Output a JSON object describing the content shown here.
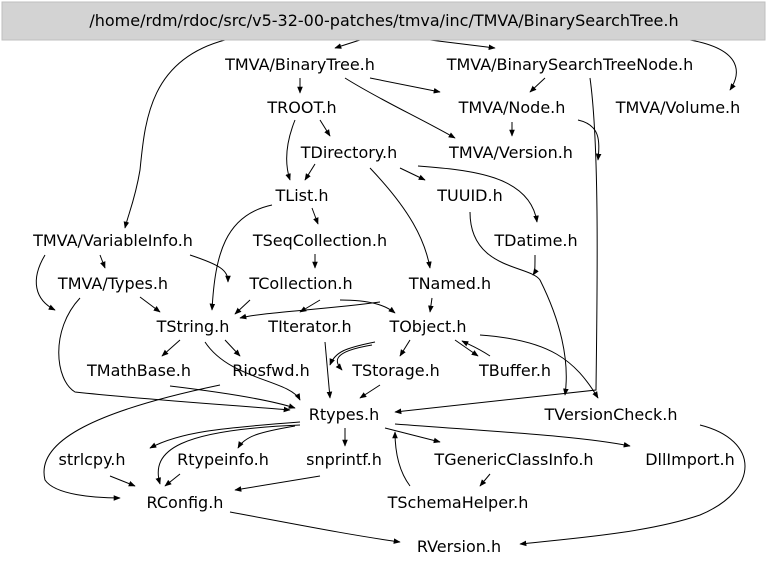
{
  "colors": {
    "root_fill": "#d3d3d3",
    "edge": "#000000",
    "text": "#000000",
    "background": "#ffffff"
  },
  "nodes": {
    "root": "/home/rdm/rdoc/src/v5-32-00-patches/tmva/inc/TMVA/BinarySearchTree.h",
    "binary_tree": "TMVA/BinaryTree.h",
    "bst_node": "TMVA/BinarySearchTreeNode.h",
    "troot": "TROOT.h",
    "tmva_node": "TMVA/Node.h",
    "tmva_volume": "TMVA/Volume.h",
    "tdirectory": "TDirectory.h",
    "tmva_version": "TMVA/Version.h",
    "tlist": "TList.h",
    "tuuid": "TUUID.h",
    "variable_info": "TMVA/VariableInfo.h",
    "tseqcollection": "TSeqCollection.h",
    "tdatime": "TDatime.h",
    "tmva_types": "TMVA/Types.h",
    "tcollection": "TCollection.h",
    "tnamed": "TNamed.h",
    "tstring": "TString.h",
    "titerator": "TIterator.h",
    "tobject": "TObject.h",
    "tmathbase": "TMathBase.h",
    "riosfwd": "Riosfwd.h",
    "tstorage": "TStorage.h",
    "tbuffer": "TBuffer.h",
    "rtypes": "Rtypes.h",
    "tversioncheck": "TVersionCheck.h",
    "strlcpy": "strlcpy.h",
    "rtypeinfo": "Rtypeinfo.h",
    "snprintf": "snprintf.h",
    "tgenericclassinfo": "TGenericClassInfo.h",
    "dllimport": "DllImport.h",
    "tschemahelper": "TSchemaHelper.h",
    "rconfig": "RConfig.h",
    "rversion": "RVersion.h"
  }
}
